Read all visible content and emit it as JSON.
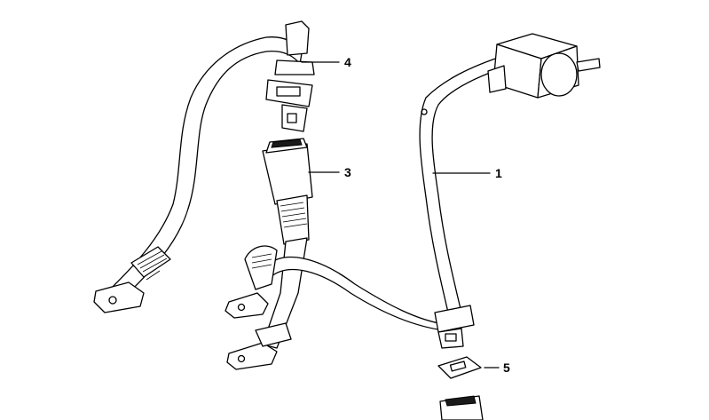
{
  "callouts": [
    {
      "label": "1"
    },
    {
      "label": "3"
    },
    {
      "label": "4"
    },
    {
      "label": "5"
    }
  ]
}
